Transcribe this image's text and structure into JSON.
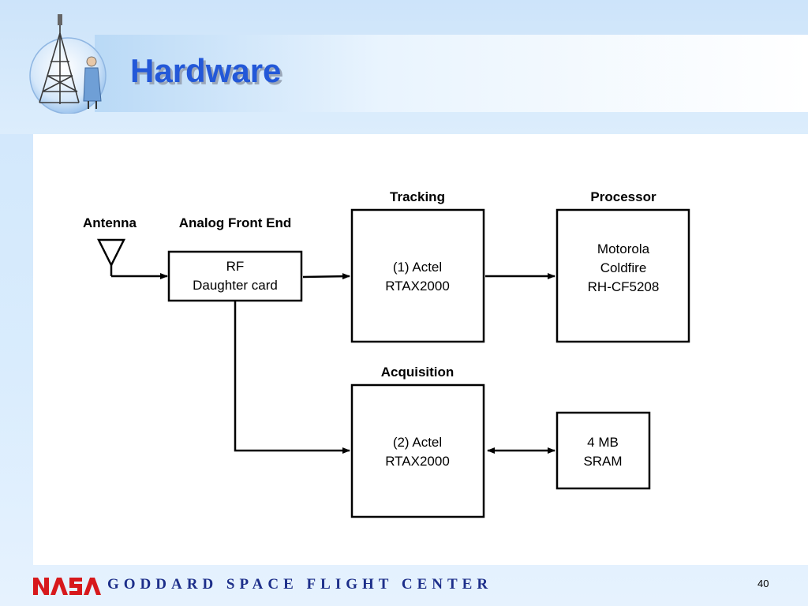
{
  "slide": {
    "title": "Hardware",
    "page_number": "40"
  },
  "footer": {
    "logo_text": "NASA",
    "center_name": "GODDARD SPACE FLIGHT CENTER"
  },
  "diagram": {
    "labels": {
      "antenna": "Antenna",
      "analog_front_end": "Analog Front End",
      "tracking": "Tracking",
      "processor": "Processor",
      "acquisition": "Acquisition"
    },
    "boxes": {
      "rf": [
        "RF",
        "Daughter card"
      ],
      "tracking_fpga": [
        "(1) Actel",
        "RTAX2000"
      ],
      "processor": [
        "Motorola",
        "Coldfire",
        "RH-CF5208"
      ],
      "acquisition_fpga": [
        "(2) Actel",
        "RTAX2000"
      ],
      "sram": [
        "4 MB",
        "SRAM"
      ]
    }
  },
  "colors": {
    "title": "#2358d8",
    "footer_text": "#1d2f8a",
    "nasa_red": "#d7191c"
  }
}
